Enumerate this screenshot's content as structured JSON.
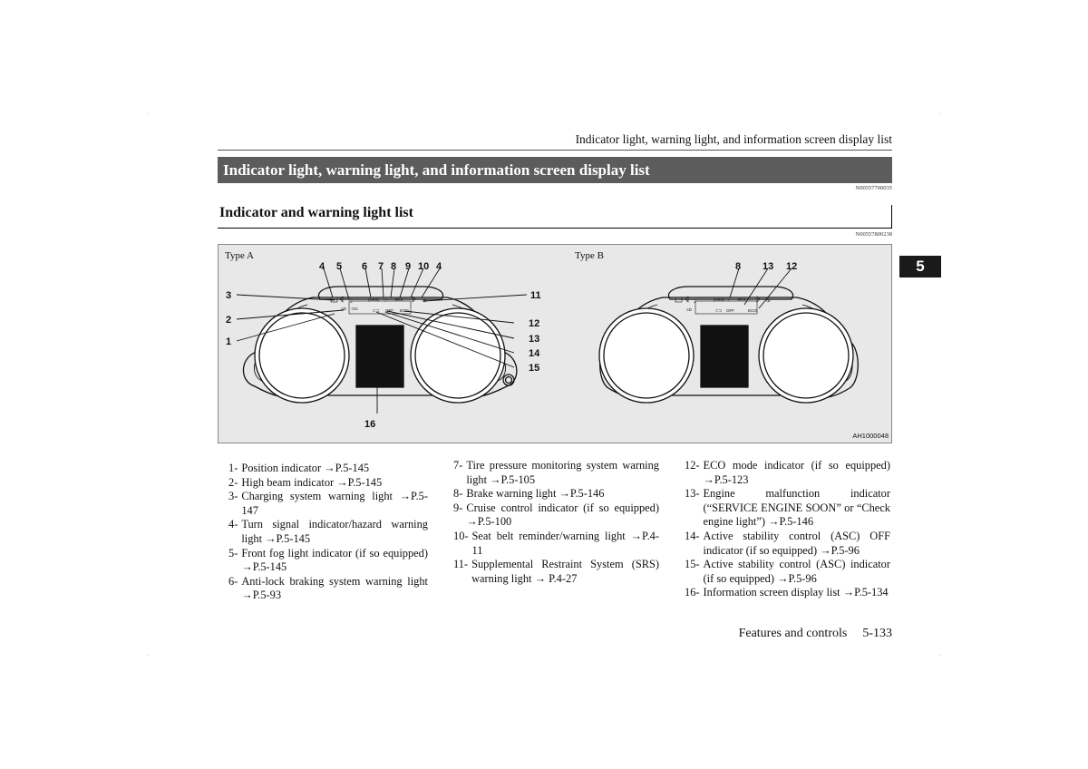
{
  "header": {
    "running_title": "Indicator light, warning light, and information screen display list",
    "chapter_tab": "5"
  },
  "section": {
    "title": "Indicator light, warning light, and information screen display list",
    "code": "N00557700035"
  },
  "subsection": {
    "title": "Indicator and warning light list",
    "code": "N00557800238"
  },
  "figure": {
    "type_a_label": "Type A",
    "type_b_label": "Type B",
    "code": "AH1000048",
    "a_callouts": [
      "4",
      "5",
      "6",
      "7",
      "8",
      "9",
      "10",
      "4",
      "3",
      "2",
      "1",
      "11",
      "12",
      "13",
      "14",
      "15",
      "16"
    ],
    "b_callouts": [
      "8",
      "13",
      "12"
    ],
    "icon_text": {
      "abs": "(ABS)",
      "srs": "SRS",
      "off": "OFF",
      "eco": "ECO"
    }
  },
  "legend": {
    "col1": [
      {
        "num": "1-",
        "text": "Position indicator →P.5-145"
      },
      {
        "num": "2-",
        "text": "High beam indicator →P.5-145"
      },
      {
        "num": "3-",
        "text": "Charging system warning light →P.5-147"
      },
      {
        "num": "4-",
        "text": "Turn signal indicator/hazard warning light →P.5-145"
      },
      {
        "num": "5-",
        "text": "Front fog light indicator (if so equipped) →P.5-145"
      },
      {
        "num": "6-",
        "text": "Anti-lock braking system warning light →P.5-93"
      }
    ],
    "col2": [
      {
        "num": "7-",
        "text": "Tire pressure monitoring system warning light →P.5-105"
      },
      {
        "num": "8-",
        "text": "Brake warning light →P.5-146"
      },
      {
        "num": "9-",
        "text": "Cruise control indicator (if so equipped) →P.5-100"
      },
      {
        "num": "10-",
        "text": "Seat belt reminder/warning light →P.4-11"
      },
      {
        "num": "11-",
        "text": "Supplemental Restraint System (SRS) warning light → P.4-27"
      }
    ],
    "col3": [
      {
        "num": "12-",
        "text": "ECO mode indicator (if so equipped) →P.5-123"
      },
      {
        "num": "13-",
        "text": "Engine malfunction indicator (“SERVICE ENGINE SOON” or “Check engine light”) →P.5-146"
      },
      {
        "num": "14-",
        "text": "Active stability control (ASC) OFF indicator (if so equipped) →P.5-96"
      },
      {
        "num": "15-",
        "text": "Active stability control (ASC) indicator (if so equipped) →P.5-96"
      },
      {
        "num": "16-",
        "text": "Information screen display list →P.5-134"
      }
    ]
  },
  "footer": {
    "section_name": "Features and controls",
    "page_number": "5-133"
  }
}
